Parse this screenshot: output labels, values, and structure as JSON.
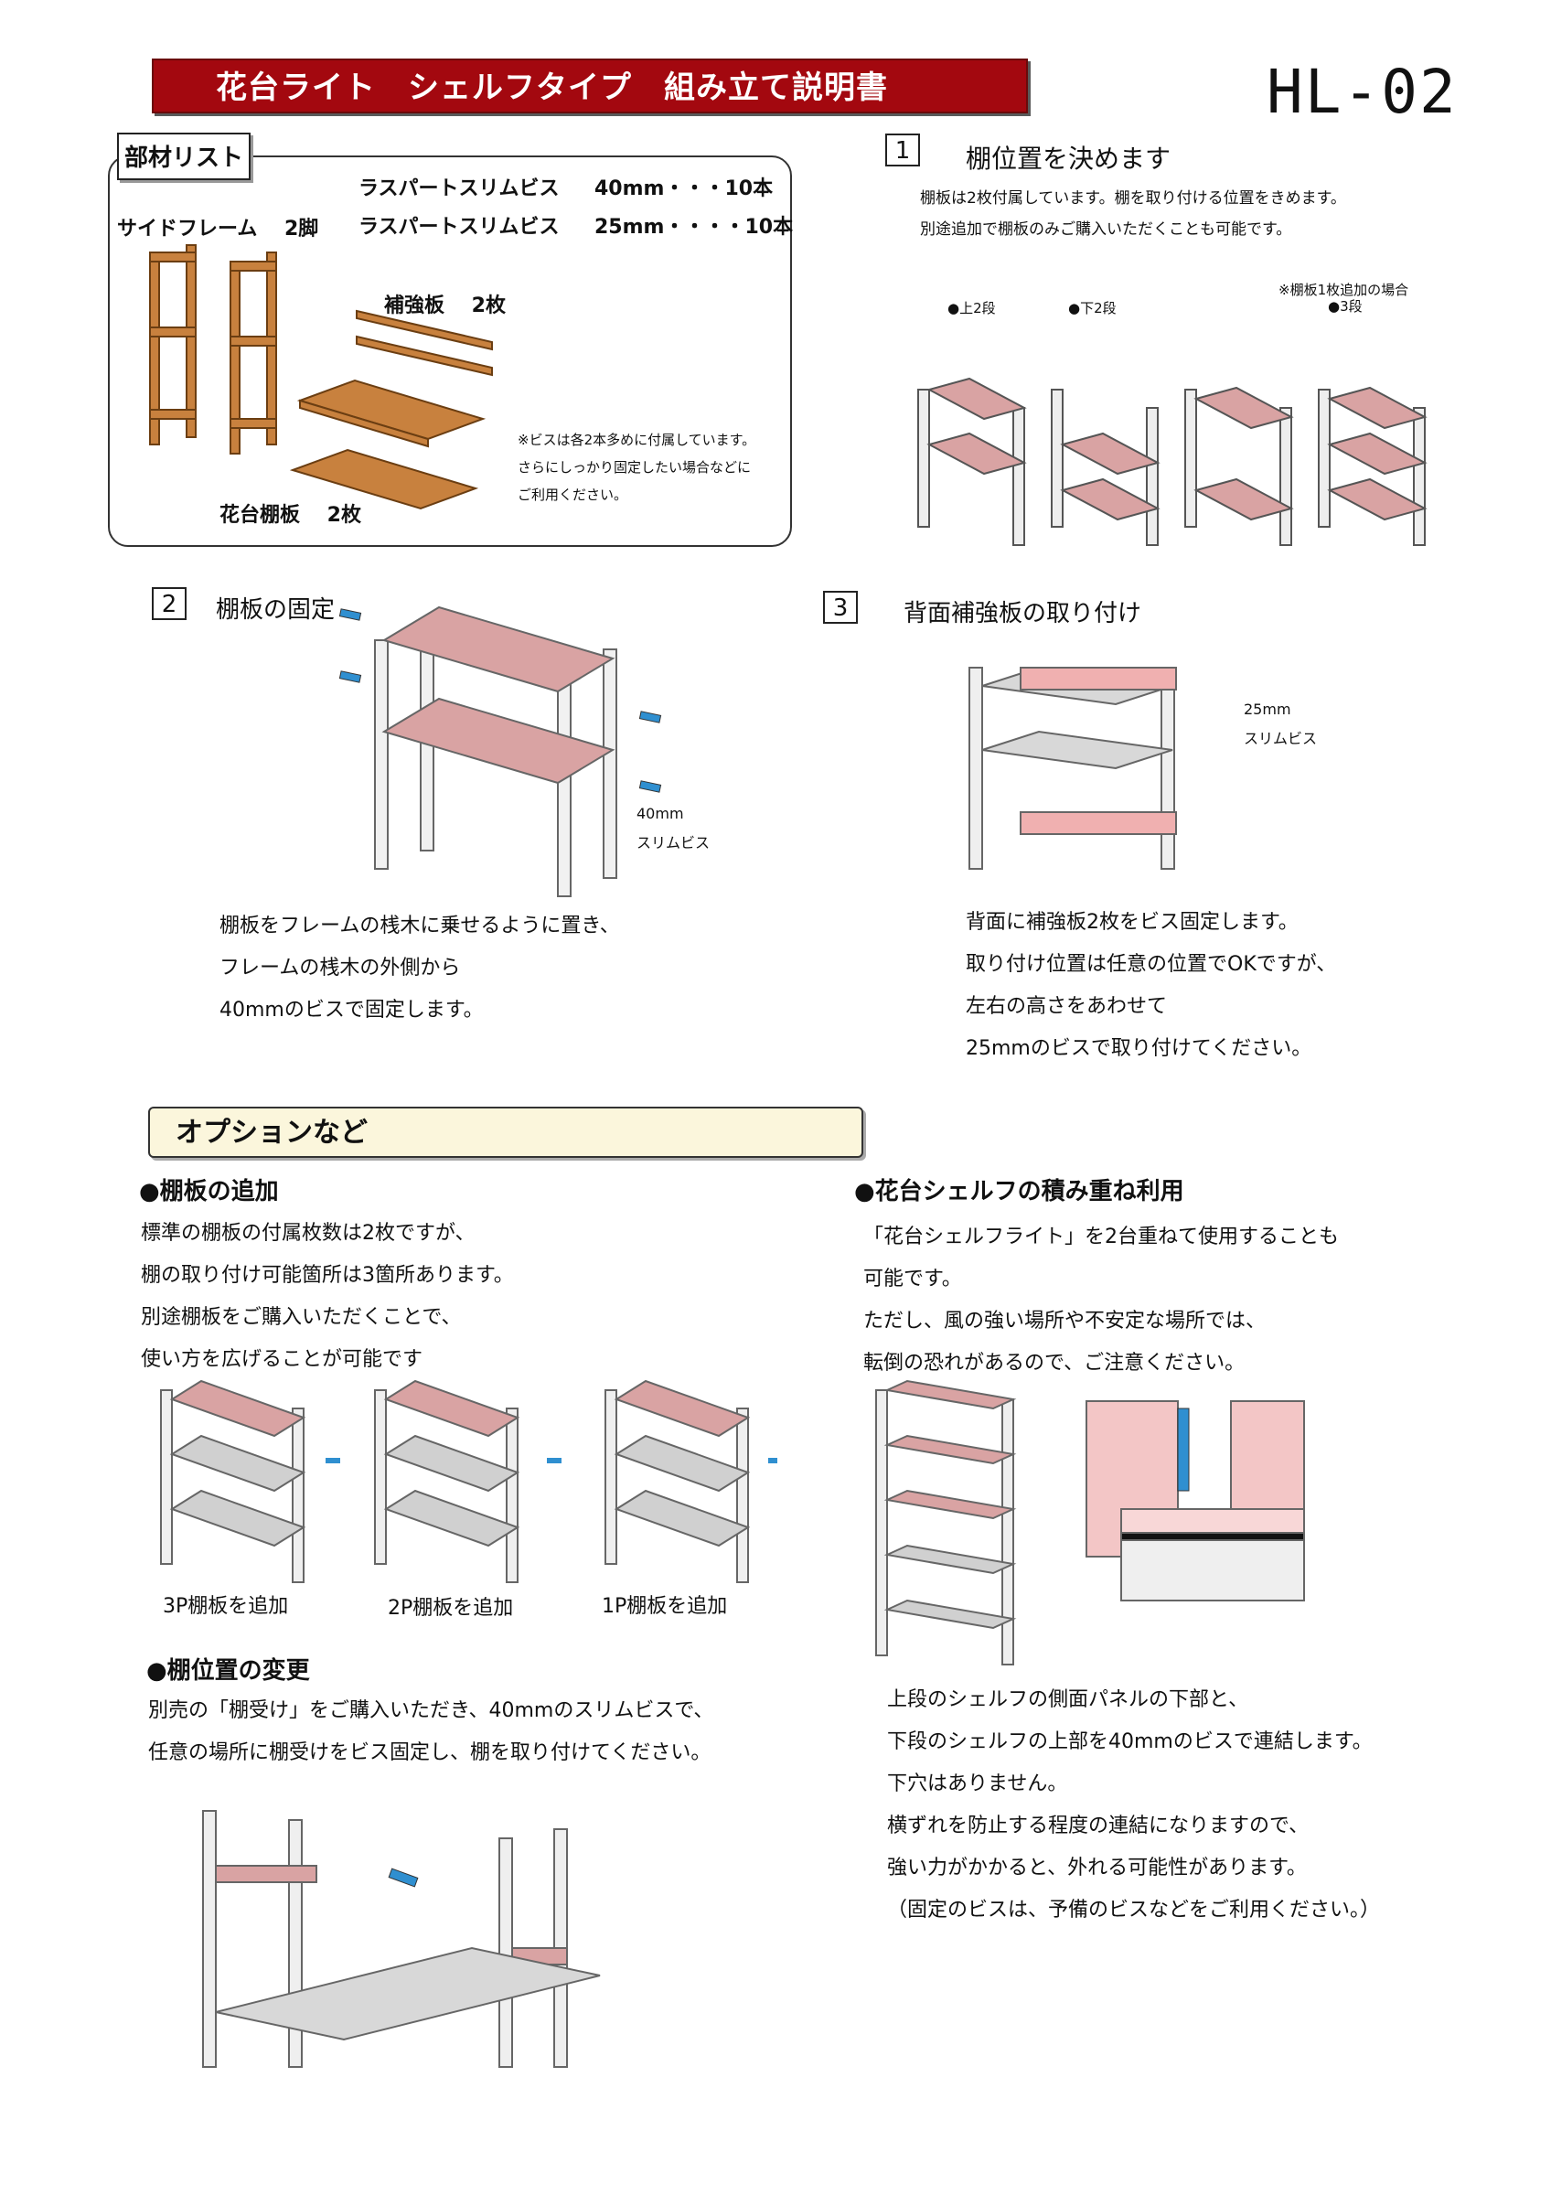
{
  "header": {
    "title": "花台ライト　シェルフタイプ　組み立て説明書",
    "model": "HL-02"
  },
  "parts": {
    "tab": "部材リスト",
    "side_frame": "サイドフレーム　 2脚",
    "screw1_name": "ラスパートスリムビス",
    "screw1_spec": "40mm・・・10本",
    "screw2_name": "ラスパートスリムビス",
    "screw2_spec": "25mm・・・・10本",
    "brace": "補強板　 2枚",
    "shelf": "花台棚板　 2枚",
    "note": [
      "※ビスは各2本多めに付属しています。",
      "さらにしっかり固定したい場合などに",
      "ご利用ください。"
    ]
  },
  "step1": {
    "num": "1",
    "title": "棚位置を決めます",
    "desc": [
      "棚板は2枚付属しています。棚を取り付ける位置をきめます。",
      "別途追加で棚板のみご購入いただくことも可能です。"
    ],
    "label_upper": "●上2段",
    "label_lower": "●下2段",
    "label_extra_note": "※棚板1枚追加の場合",
    "label_extra": "●3段"
  },
  "step2": {
    "num": "2",
    "title": "棚板の固定",
    "screw_label": [
      "40mm",
      "スリムビス"
    ],
    "desc": [
      "棚板をフレームの桟木に乗せるように置き、",
      "フレームの桟木の外側から",
      "40mmのビスで固定します。"
    ]
  },
  "step3": {
    "num": "3",
    "title": "背面補強板の取り付け",
    "screw_label": [
      "25mm",
      "スリムビス"
    ],
    "desc": [
      "背面に補強板2枚をビス固定します。",
      "取り付け位置は任意の位置でOKですが、",
      "左右の高さをあわせて",
      "25mmのビスで取り付けてください。"
    ]
  },
  "options": {
    "title": "オプションなど",
    "add_shelf": {
      "heading": "●棚板の追加",
      "desc": [
        "標準の棚板の付属枚数は2枚ですが、",
        "棚の取り付け可能箇所は3箇所あります。",
        "別途棚板をご購入いただくことで、",
        "使い方を広げることが可能です"
      ],
      "captions": [
        "3P棚板を追加",
        "2P棚板を追加",
        "1P棚板を追加"
      ]
    },
    "change_position": {
      "heading": "●棚位置の変更",
      "desc": [
        "別売の「棚受け」をご購入いただき、40mmのスリムビスで、",
        "任意の場所に棚受けをビス固定し、棚を取り付けてください。"
      ]
    },
    "stacking": {
      "heading": "●花台シェルフの積み重ね利用",
      "desc": [
        "「花台シェルフライト」を2台重ねて使用することも",
        "可能です。",
        "ただし、風の強い場所や不安定な場所では、",
        "転倒の恐れがあるので、ご注意ください。"
      ],
      "desc2": [
        "上段のシェルフの側面パネルの下部と、",
        "下段のシェルフの上部を40mmのビスで連結します。",
        "下穴はありません。",
        "横ずれを防止する程度の連結になりますので、",
        "強い力がかかると、外れる可能性があります。",
        "（固定のビスは、予備のビスなどをご利用ください。）"
      ]
    }
  },
  "colors": {
    "title_red": "#a3080f",
    "wood": "#c8813e",
    "pink": "#d9a3a3",
    "gray": "#c8c8c8",
    "screw_blue": "#2f8fd0"
  }
}
